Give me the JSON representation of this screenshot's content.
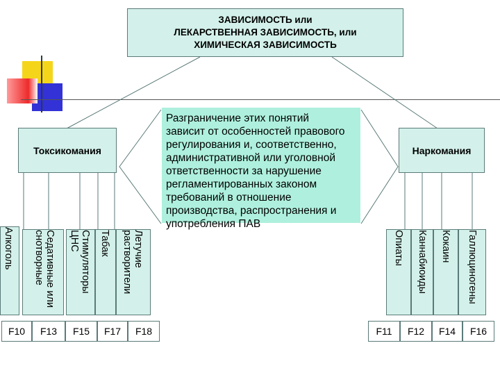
{
  "title": {
    "line1": "ЗАВИСИМОСТЬ или",
    "line2": "ЛЕКАРСТВЕННАЯ ЗАВИСИМОСТЬ, или",
    "line3": "ХИМИЧЕСКАЯ ЗАВИСИМОСТЬ"
  },
  "left_category": "Токсикомания",
  "right_category": "Наркомания",
  "description_lines": [
    "Разграничение этих понятий",
    "зависит от особенностей правового",
    "регулирования и, соответственно,",
    "административной или уголовной",
    "ответственности за нарушение",
    "регламентированных законом",
    "требований в отношение",
    "производства, распространения и",
    "употребления ПАВ"
  ],
  "left_substances": [
    {
      "line1": "Алкоголь",
      "line2": ""
    },
    {
      "line1": "Седативные или",
      "line2": "снотворные"
    },
    {
      "line1": "Стимуляторы",
      "line2": "ЦНС"
    },
    {
      "line1": "Табак",
      "line2": ""
    },
    {
      "line1": "Летучие",
      "line2": "растворители"
    }
  ],
  "right_substances": [
    "Опиаты",
    "Каннабиоиды",
    "Кокаин",
    "Галлюциногены"
  ],
  "left_codes": [
    "F10",
    "F13",
    "F15",
    "F17",
    "F18"
  ],
  "right_codes": [
    "F11",
    "F12",
    "F14",
    "F16"
  ],
  "colors": {
    "box_fill": "#d3f1ea",
    "description_fill": "#aef0dd",
    "line": "#5a7a78",
    "deco_yellow": "#f5d51a",
    "deco_red": "#ee2a2a",
    "deco_blue": "#2a2ad8"
  }
}
